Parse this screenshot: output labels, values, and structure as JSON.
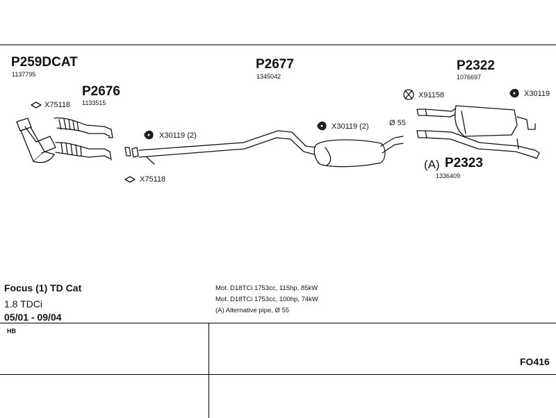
{
  "parts": {
    "cat": {
      "code": "P259DCAT",
      "ref": "1137795"
    },
    "front": {
      "code": "P2676",
      "ref": "1133515"
    },
    "middle": {
      "code": "P2677",
      "ref": "1345042"
    },
    "rear": {
      "code": "P2322",
      "ref": "1076697"
    },
    "alt": {
      "prefix": "(A)",
      "code": "P2323",
      "ref": "1336409"
    }
  },
  "fittings": {
    "gasket_front": "X75118",
    "gasket_lower": "X75118",
    "mount_front": "X30119 (2)",
    "mount_mid": "X30119 (2)",
    "mount_rear": "X30119",
    "clamp_rear": "X91158",
    "diameter": "Ø 55"
  },
  "vehicle": {
    "model": "Focus (1) TD Cat",
    "engine": "1.8 TDCi",
    "dates": "05/01 - 09/04",
    "body": "HB"
  },
  "remarks": [
    "Mot. D18TCi 1753cc, 115hp, 85kW",
    "Mot. D18TCi 1753cc, 100hp, 74kW",
    "(A) Alternative pipe, Ø 55"
  ],
  "diagram_code": "FO416",
  "colors": {
    "line": "#111111",
    "part_fill": "#ffffff",
    "rubber": "#222222"
  }
}
